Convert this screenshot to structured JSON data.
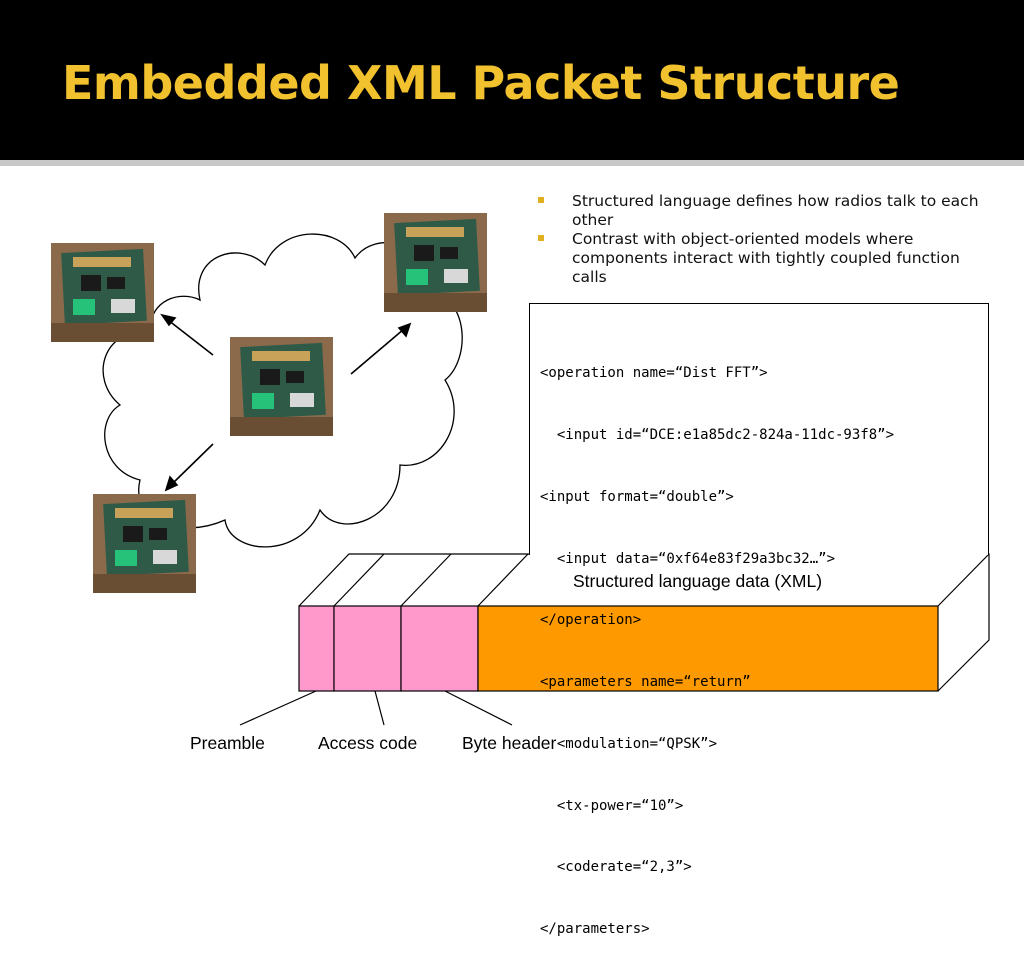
{
  "slide": {
    "title": "Embedded XML Packet Structure"
  },
  "bullets": [
    "Structured language defines how radios talk to each other",
    "Contrast with object-oriented models where components interact with tightly coupled function calls"
  ],
  "xml_lines": [
    "<operation name=“Dist FFT”>",
    "  <input id=“DCE:e1a85dc2-824a-11dc-93f8”>",
    "<input format=“double”>",
    "  <input data=“0xf64e83f29a3bc32…”>",
    "</operation>",
    "<parameters name=“return”",
    "  <modulation=“QPSK”>",
    "  <tx-power=“10”>",
    "  <coderate=“2,3”>",
    "</parameters>"
  ],
  "packet": {
    "data_label": "Structured language data (XML)",
    "preamble_label": "Preamble",
    "access_code_label": "Access code",
    "byte_header_label": "Byte header"
  },
  "colors": {
    "title": "#f2c12e",
    "header_fields": "#ff99cc",
    "data_field": "#ff9900",
    "bullet": "#e0b020"
  },
  "icons": {
    "radio_board": "circuit-board-photo",
    "cloud": "network-cloud"
  }
}
